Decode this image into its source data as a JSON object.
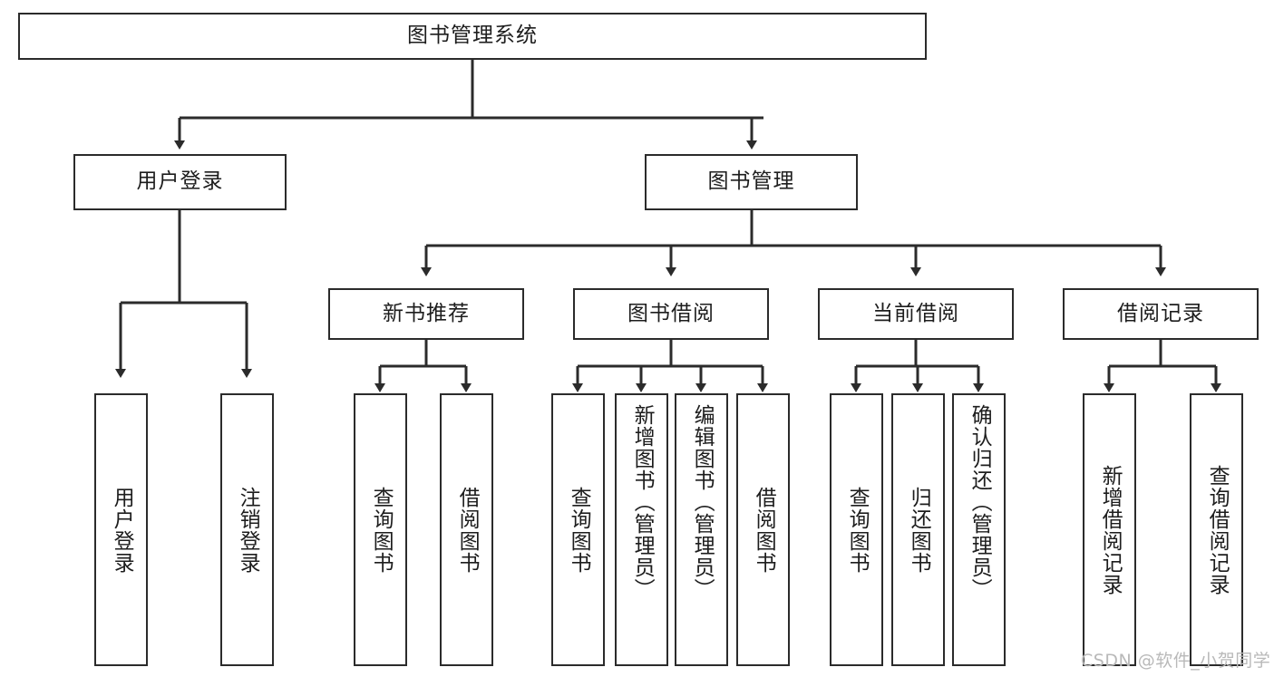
{
  "diagram": {
    "title": "图书管理系统",
    "type": "tree-hierarchy-chart",
    "root": {
      "label": "图书管理系统"
    },
    "level2": [
      {
        "label": "用户登录"
      },
      {
        "label": "图书管理"
      }
    ],
    "level3": [
      {
        "label": "新书推荐"
      },
      {
        "label": "图书借阅"
      },
      {
        "label": "当前借阅"
      },
      {
        "label": "借阅记录"
      }
    ],
    "leaves_user_login": [
      {
        "label": "用户登录"
      },
      {
        "label": "注销登录"
      }
    ],
    "leaves_new_book": [
      {
        "label": "查询图书"
      },
      {
        "label": "借阅图书"
      }
    ],
    "leaves_borrow": [
      {
        "label": "查询图书"
      },
      {
        "label": "新增图书（管理员）"
      },
      {
        "label": "编辑图书（管理员）"
      },
      {
        "label": "借阅图书"
      }
    ],
    "leaves_current": [
      {
        "label": "查询图书"
      },
      {
        "label": "归还图书"
      },
      {
        "label": "确认归还（管理员）"
      }
    ],
    "leaves_records": [
      {
        "label": "新增借阅记录"
      },
      {
        "label": "查询借阅记录"
      }
    ]
  },
  "watermark": {
    "text": "CSDN @软件_小贺同学"
  },
  "colors": {
    "stroke": "#2b2b2b",
    "background": "#ffffff",
    "text": "#1d1d1d",
    "watermark": "#b9b9b9"
  }
}
